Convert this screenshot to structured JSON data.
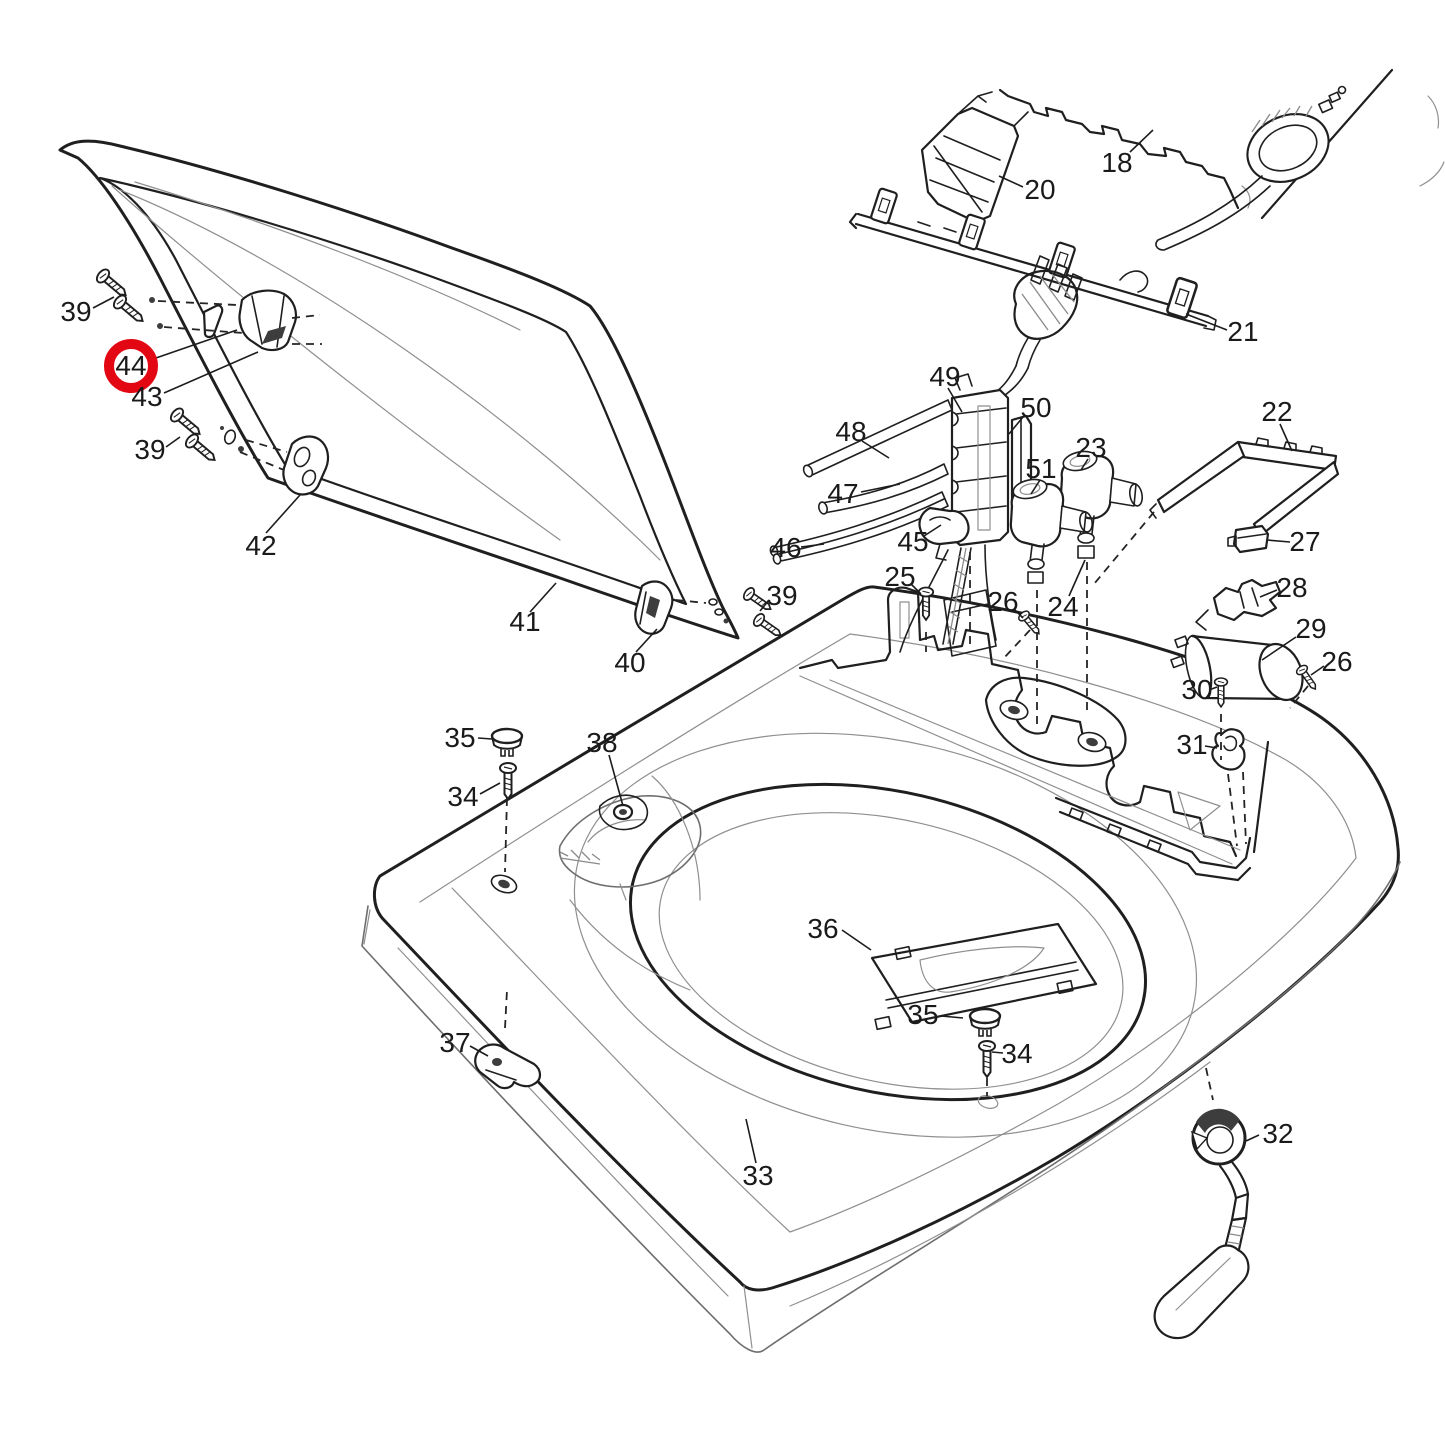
{
  "figure": {
    "kind": "exploded-parts-diagram",
    "highlighted_callout": "44",
    "highlight_color": "#e30613",
    "ink_color": "#1f1f1f",
    "background_color": "#ffffff"
  },
  "callouts": [
    {
      "text": "18"
    },
    {
      "text": "20"
    },
    {
      "text": "21"
    },
    {
      "text": "39"
    },
    {
      "text": "44"
    },
    {
      "text": "43"
    },
    {
      "text": "39"
    },
    {
      "text": "42"
    },
    {
      "text": "49"
    },
    {
      "text": "50"
    },
    {
      "text": "48"
    },
    {
      "text": "22"
    },
    {
      "text": "23"
    },
    {
      "text": "51"
    },
    {
      "text": "47"
    },
    {
      "text": "45"
    },
    {
      "text": "46"
    },
    {
      "text": "25"
    },
    {
      "text": "26"
    },
    {
      "text": "24"
    },
    {
      "text": "27"
    },
    {
      "text": "28"
    },
    {
      "text": "29"
    },
    {
      "text": "26"
    },
    {
      "text": "30"
    },
    {
      "text": "31"
    },
    {
      "text": "41"
    },
    {
      "text": "40"
    },
    {
      "text": "39"
    },
    {
      "text": "35"
    },
    {
      "text": "34"
    },
    {
      "text": "38"
    },
    {
      "text": "36"
    },
    {
      "text": "35"
    },
    {
      "text": "34"
    },
    {
      "text": "37"
    },
    {
      "text": "33"
    },
    {
      "text": "32"
    }
  ]
}
